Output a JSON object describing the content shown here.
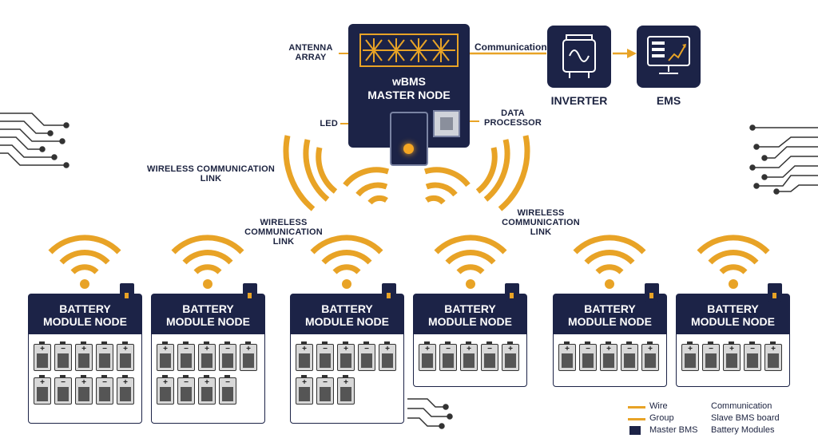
{
  "master": {
    "title_line1": "wBMS",
    "title_line2": "MASTER NODE",
    "antenna_label_1": "ANTENNA",
    "antenna_label_2": "ARRAY",
    "led_label": "LED",
    "processor_label_1": "DATA",
    "processor_label_2": "PROCESSOR",
    "comm_label": "Communication"
  },
  "inverter": {
    "label": "INVERTER"
  },
  "ems": {
    "label": "EMS"
  },
  "wireless_links": [
    {
      "line1": "WIRELESS COMMUNICATION",
      "line2": "LINK"
    },
    {
      "line1": "WIRELESS",
      "line2": "COMMUNICATION",
      "line3": "LINK"
    },
    {
      "line1": "WIRELESS",
      "line2": "COMMUNICATION",
      "line3": "LINK"
    }
  ],
  "modules": [
    {
      "line1": "BATTERY",
      "line2": "MODULE NODE",
      "cells": [
        "+",
        "−",
        "+",
        "−",
        "+",
        "+",
        "−",
        "+",
        "−",
        "+"
      ]
    },
    {
      "line1": "BATTERY",
      "line2": "MODULE NODE",
      "cells": [
        "+",
        "−",
        "+",
        "−",
        "+",
        "+",
        "−",
        "+",
        "−"
      ]
    },
    {
      "line1": "BATTERY",
      "line2": "MODULE NODE",
      "cells": [
        "+",
        "−",
        "+",
        "−",
        "+",
        "+",
        "−",
        "+"
      ]
    },
    {
      "line1": "BATTERY",
      "line2": "MODULE NODE",
      "cells": [
        "+",
        "−",
        "+",
        "−",
        "+"
      ]
    },
    {
      "line1": "BATTERY",
      "line2": "MODULE NODE",
      "cells": [
        "+",
        "−",
        "+",
        "−",
        "+"
      ]
    },
    {
      "line1": "BATTERY",
      "line2": "MODULE NODE",
      "cells": [
        "+",
        "−",
        "+",
        "−",
        "+"
      ]
    }
  ],
  "legend": {
    "col1": [
      "Wire",
      "Group",
      "Master BMS"
    ],
    "col2": [
      "Communication",
      "Slave BMS board",
      "Battery Modules"
    ]
  },
  "colors": {
    "navy": "#1c2347",
    "orange": "#e8a326"
  }
}
